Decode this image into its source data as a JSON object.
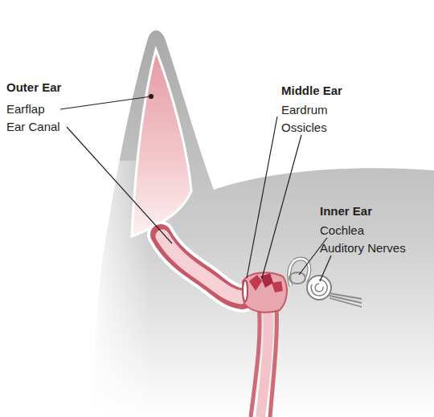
{
  "diagram": {
    "labels": [
      "Outer Ear",
      "Earflap",
      "Ear Canal",
      "Middle Ear",
      "Eardrum",
      "Ossicles",
      "Inner Ear",
      "Cochlea",
      "Auditory Nerves"
    ]
  }
}
